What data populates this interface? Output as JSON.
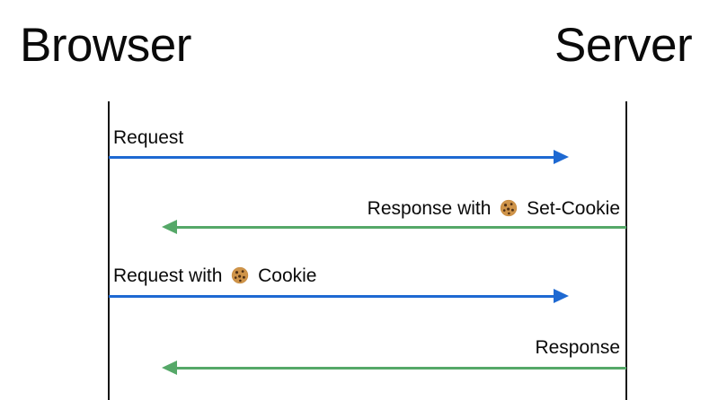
{
  "diagram": {
    "type": "sequence-diagram",
    "actors": {
      "left": "Browser",
      "right": "Server"
    },
    "colors": {
      "request_arrow": "#1e69d2",
      "response_arrow": "#55a868",
      "lifeline": "#151515",
      "text": "#0a0a0a",
      "cookie_body": "#c68a3f",
      "cookie_chip": "#4f3015"
    },
    "messages": [
      {
        "pre": "Request",
        "cookie": false,
        "post": "",
        "from": "Browser",
        "to": "Server",
        "direction": "right",
        "style": "request"
      },
      {
        "pre": "Response with",
        "cookie": true,
        "post": "Set-Cookie",
        "from": "Server",
        "to": "Browser",
        "direction": "left",
        "style": "response"
      },
      {
        "pre": "Request with",
        "cookie": true,
        "post": "Cookie",
        "from": "Browser",
        "to": "Server",
        "direction": "right",
        "style": "request"
      },
      {
        "pre": "Response",
        "cookie": false,
        "post": "",
        "from": "Server",
        "to": "Browser",
        "direction": "left",
        "style": "response"
      }
    ]
  }
}
